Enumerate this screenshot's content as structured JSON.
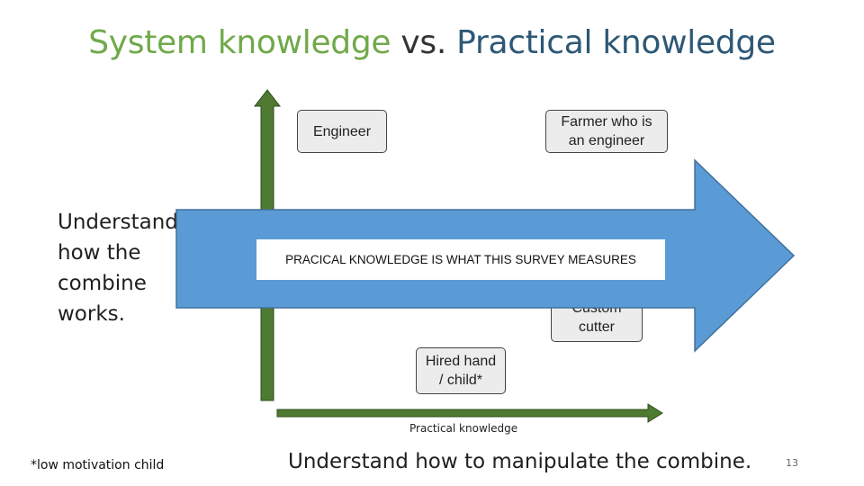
{
  "title": {
    "part1": "System knowledge",
    "part2": " vs. ",
    "part3": "Practical knowledge"
  },
  "boxes": {
    "engineer": "Engineer",
    "farmer_engineer": "Farmer who is\nan engineer",
    "custom_cutter": "Custom\ncutter",
    "hired_hand": "Hired hand\n/ child*"
  },
  "left_text": "Understand\nhow the\ncombine\nworks.",
  "x_axis_label": "Practical knowledge",
  "bottom_caption": "Understand how to manipulate the combine.",
  "footnote": "*low motivation child",
  "banner": "PRACICAL KNOWLEDGE IS WHAT THIS SURVEY MEASURES",
  "slide_number": "13",
  "colors": {
    "axis_green": "#4e7a31",
    "banner_blue": "#5b9bd5",
    "title_green": "#70a94a",
    "title_blue": "#2d5876"
  }
}
